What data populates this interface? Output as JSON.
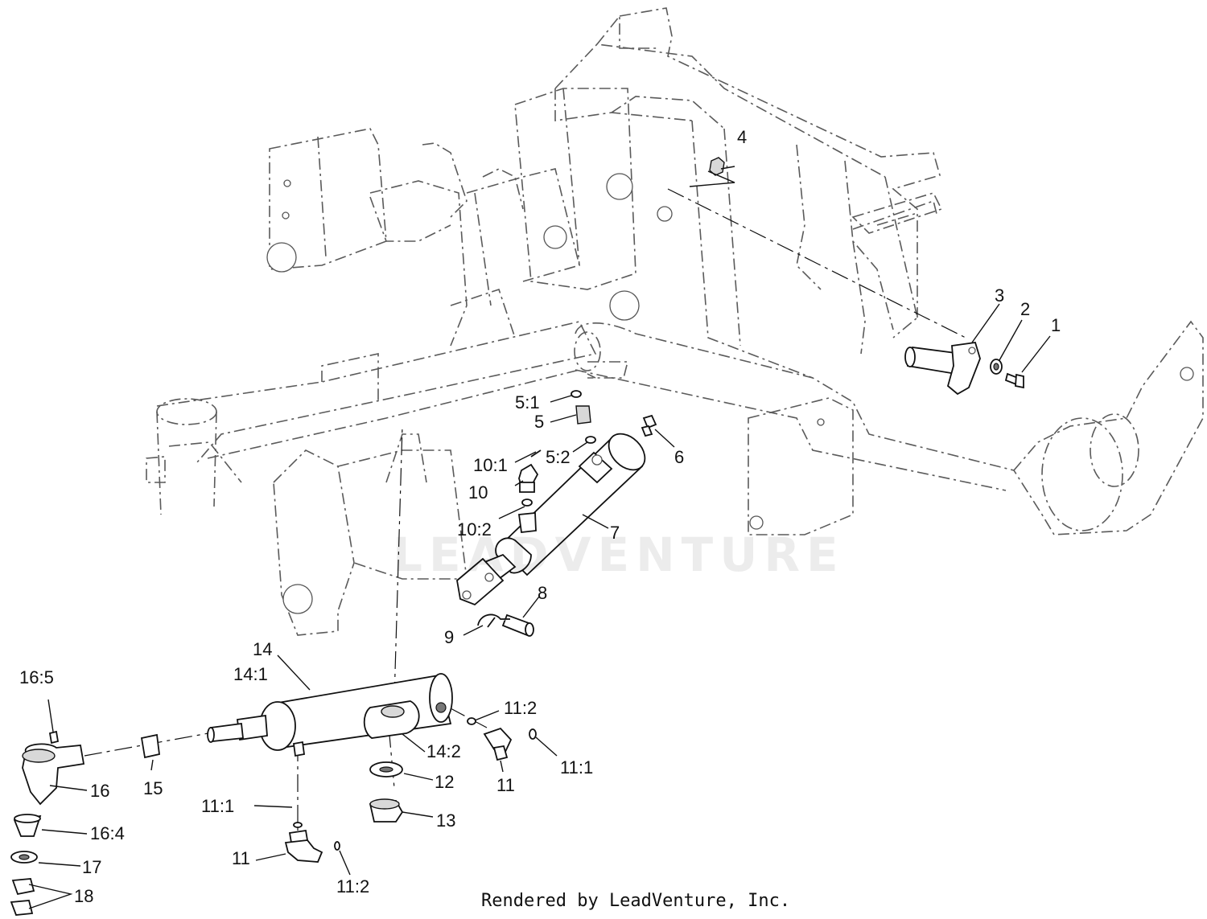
{
  "watermark": "LEADVENTURE",
  "credit": "Rendered by LeadVenture, Inc.",
  "callouts": {
    "c1": "1",
    "c2": "2",
    "c3": "3",
    "c4": "4",
    "c5_1": "5:1",
    "c5": "5",
    "c5_2": "5:2",
    "c6": "6",
    "c7": "7",
    "c8": "8",
    "c9": "9",
    "c10_1": "10:1",
    "c10": "10",
    "c10_2": "10:2",
    "c14": "14",
    "c14_1": "14:1",
    "c14_2": "14:2",
    "c11_2a": "11:2",
    "c11_1a": "11:1",
    "c11a": "11",
    "c12": "12",
    "c13": "13",
    "c15": "15",
    "c16_5": "16:5",
    "c16": "16",
    "c16_4": "16:4",
    "c17": "17",
    "c18": "18",
    "c11_1b": "11:1",
    "c11b": "11",
    "c11_2b": "11:2"
  }
}
